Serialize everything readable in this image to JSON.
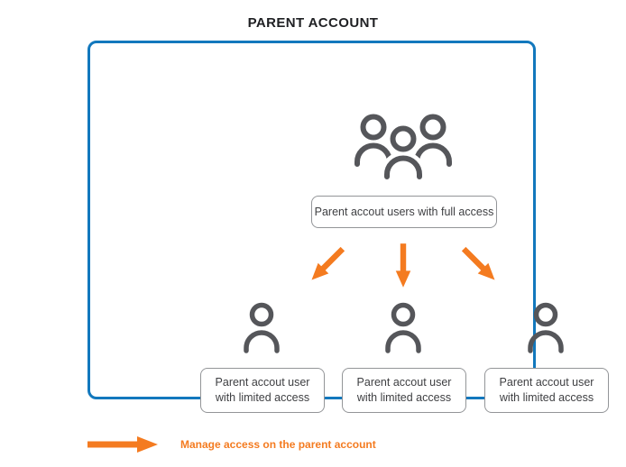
{
  "title": "PARENT ACCOUNT",
  "colors": {
    "frame_blue": "#1278bd",
    "arrow_orange": "#f47b20",
    "icon_gray": "#55565a",
    "box_border_gray": "#939598"
  },
  "diagram": {
    "full_access_box": {
      "label": "Parent accout users with full access"
    },
    "limited_boxes": [
      {
        "label": "Parent accout user\nwith limited access"
      },
      {
        "label": "Parent accout user\nwith limited access"
      },
      {
        "label": "Parent accout user\nwith limited access"
      }
    ]
  },
  "legend": {
    "label": "Manage access on the parent account"
  }
}
